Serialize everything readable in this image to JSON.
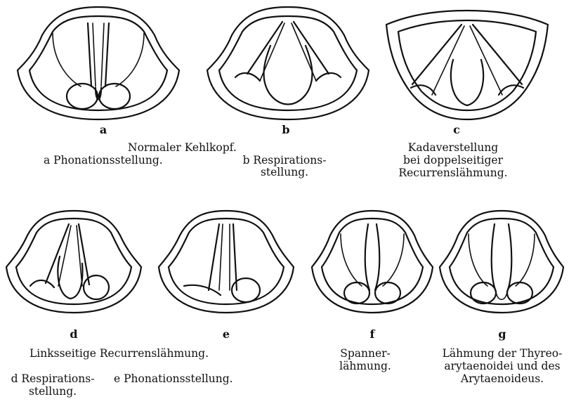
{
  "figures": [
    {
      "id": "a",
      "label": "a"
    },
    {
      "id": "b",
      "label": "b"
    },
    {
      "id": "c",
      "label": "c"
    },
    {
      "id": "d",
      "label": "d"
    },
    {
      "id": "e",
      "label": "e"
    },
    {
      "id": "f",
      "label": "f"
    },
    {
      "id": "g",
      "label": "g"
    }
  ],
  "captions": {
    "normal_title": "Normaler Kehlkopf.",
    "a_caption": "a Phonationsstellung.",
    "b_caption_1": "b Respirations-",
    "b_caption_2": "stellung.",
    "c_caption_1": "Kadaverstellung",
    "c_caption_2": "bei doppelseitiger",
    "c_caption_3": "Recurrenslähmung.",
    "left_title": "Linksseitige Recurrenslähmung.",
    "d_caption_1": "d Respirations-",
    "d_caption_2": "stellung.",
    "e_caption": "e Phonationsstellung.",
    "f_caption_1": "Spanner-",
    "f_caption_2": "lähmung.",
    "g_caption_1": "Lähmung der Thyreo-",
    "g_caption_2": "arytaenoidei und des",
    "g_caption_3": "Arytaenoideus."
  }
}
